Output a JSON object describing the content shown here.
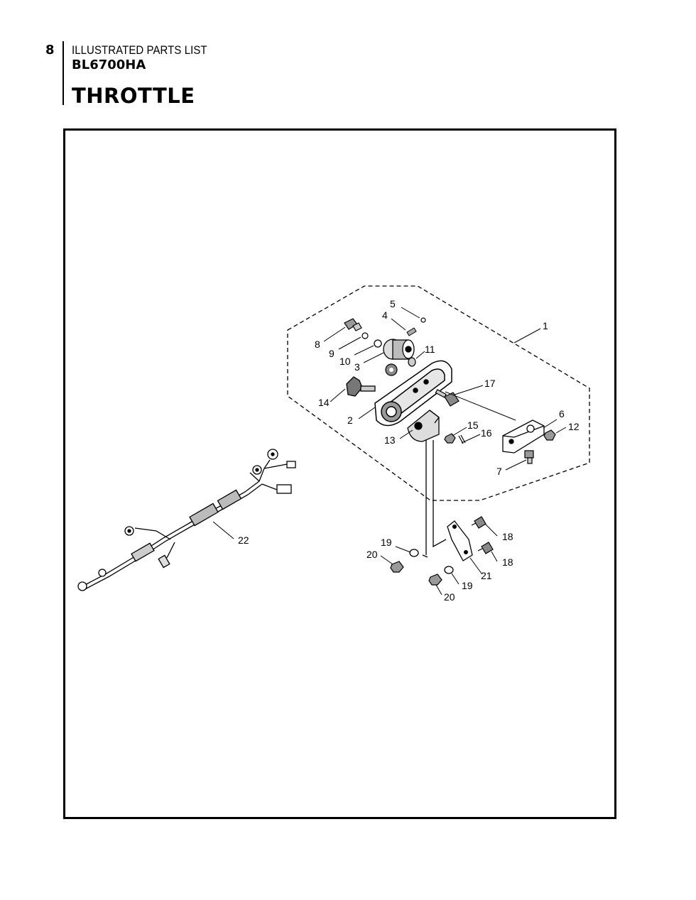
{
  "header": {
    "page_number": "8",
    "document_kind": "ILLUSTRATED PARTS LIST",
    "model": "BL6700HA",
    "section_title": "THROTTLE"
  },
  "diagram": {
    "callouts": [
      "1",
      "2",
      "3",
      "4",
      "5",
      "6",
      "7",
      "8",
      "9",
      "10",
      "11",
      "12",
      "13",
      "14",
      "15",
      "16",
      "17",
      "18",
      "18",
      "19",
      "19",
      "20",
      "20",
      "21",
      "22"
    ]
  }
}
